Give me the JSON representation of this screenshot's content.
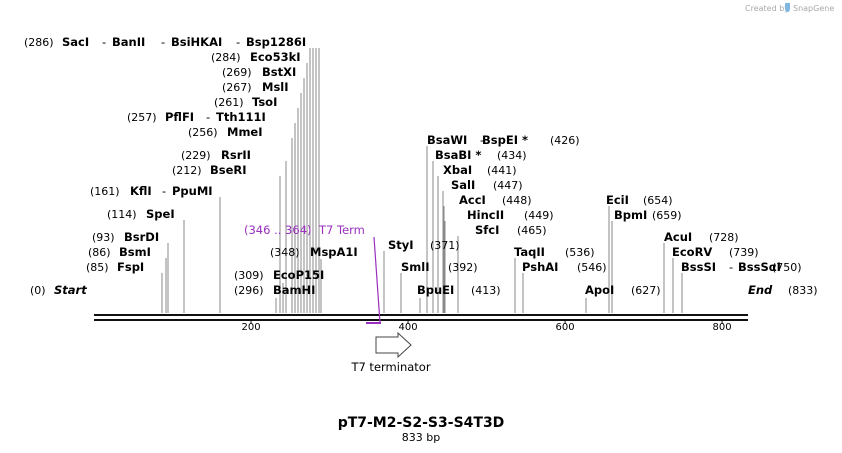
{
  "credit": "Created by",
  "brand": "SnapGene",
  "plasmid": {
    "name": "pT7-M2-S2-S3-S4T3D",
    "size": "833 bp"
  },
  "feature": {
    "label": "T7 terminator",
    "range": "(346 .. 364)",
    "name": "T7 Term"
  },
  "ticks": [
    "200",
    "400",
    "600",
    "800"
  ],
  "sites": [
    {
      "id": "sacI",
      "pos": "(286)",
      "name": "SacI"
    },
    {
      "id": "banII",
      "name": "BanII"
    },
    {
      "id": "bsiHKAI",
      "name": "BsiHKAI"
    },
    {
      "id": "bsp1286I",
      "name": "Bsp1286I"
    },
    {
      "id": "eco53kI",
      "pos": "(284)",
      "name": "Eco53kI"
    },
    {
      "id": "bstXI",
      "pos": "(269)",
      "name": "BstXI"
    },
    {
      "id": "mslI",
      "pos": "(267)",
      "name": "MslI"
    },
    {
      "id": "tsoI",
      "pos": "(261)",
      "name": "TsoI"
    },
    {
      "id": "pflFI",
      "pos": "(257)",
      "name": "PflFI"
    },
    {
      "id": "tth111I",
      "name": "Tth111I"
    },
    {
      "id": "mmeI",
      "pos": "(256)",
      "name": "MmeI"
    },
    {
      "id": "srfII",
      "pos": "(229)",
      "name": "RsrII"
    },
    {
      "id": "bseRI",
      "pos": "(212)",
      "name": "BseRI"
    },
    {
      "id": "kflI",
      "pos": "(161)",
      "name": "KflI"
    },
    {
      "id": "ppuMI",
      "name": "PpuMI"
    },
    {
      "id": "speI",
      "pos": "(114)",
      "name": "SpeI"
    },
    {
      "id": "bsrDI",
      "pos": "(93)",
      "name": "BsrDI"
    },
    {
      "id": "bsmI",
      "pos": "(86)",
      "name": "BsmI"
    },
    {
      "id": "fspI",
      "pos": "(85)",
      "name": "FspI"
    },
    {
      "id": "start",
      "pos": "(0)",
      "name": "Start"
    },
    {
      "id": "ecoP15I",
      "pos": "(309)",
      "name": "EcoP15I"
    },
    {
      "id": "bamHI",
      "pos": "(296)",
      "name": "BamHI"
    },
    {
      "id": "mspA1I",
      "pos": "(348)",
      "name": "MspA1I"
    },
    {
      "id": "bsaWI",
      "name": "BsaWI"
    },
    {
      "id": "bspEI",
      "pos": "(426)",
      "name": "BspEI",
      "star": "*"
    },
    {
      "id": "bsaBI",
      "pos": "(434)",
      "name": "BsaBI",
      "star": "*"
    },
    {
      "id": "xbaI",
      "pos": "(441)",
      "name": "XbaI"
    },
    {
      "id": "salI",
      "pos": "(447)",
      "name": "SalI"
    },
    {
      "id": "accI",
      "pos": "(448)",
      "name": "AccI"
    },
    {
      "id": "hincII",
      "pos": "(449)",
      "name": "HincII"
    },
    {
      "id": "sfcI",
      "pos": "(465)",
      "name": "SfcI"
    },
    {
      "id": "styI",
      "pos": "(371)",
      "name": "StyI"
    },
    {
      "id": "smlI",
      "pos": "(392)",
      "name": "SmlI"
    },
    {
      "id": "bpuEI",
      "pos": "(413)",
      "name": "BpuEI"
    },
    {
      "id": "taqII",
      "pos": "(536)",
      "name": "TaqII"
    },
    {
      "id": "pshAI",
      "pos": "(546)",
      "name": "PshAI"
    },
    {
      "id": "apoI",
      "pos": "(627)",
      "name": "ApoI"
    },
    {
      "id": "eciI",
      "pos": "(654)",
      "name": "EciI"
    },
    {
      "id": "bpmI",
      "pos": "(659)",
      "name": "BpmI"
    },
    {
      "id": "acuI",
      "pos": "(728)",
      "name": "AcuI"
    },
    {
      "id": "ecoRV",
      "pos": "(739)",
      "name": "EcoRV"
    },
    {
      "id": "bssSI",
      "name": "BssSI"
    },
    {
      "id": "bssSaI",
      "pos": "(750)",
      "name": "BssSαI"
    },
    {
      "id": "end",
      "pos": "(833)",
      "name": "End"
    }
  ]
}
